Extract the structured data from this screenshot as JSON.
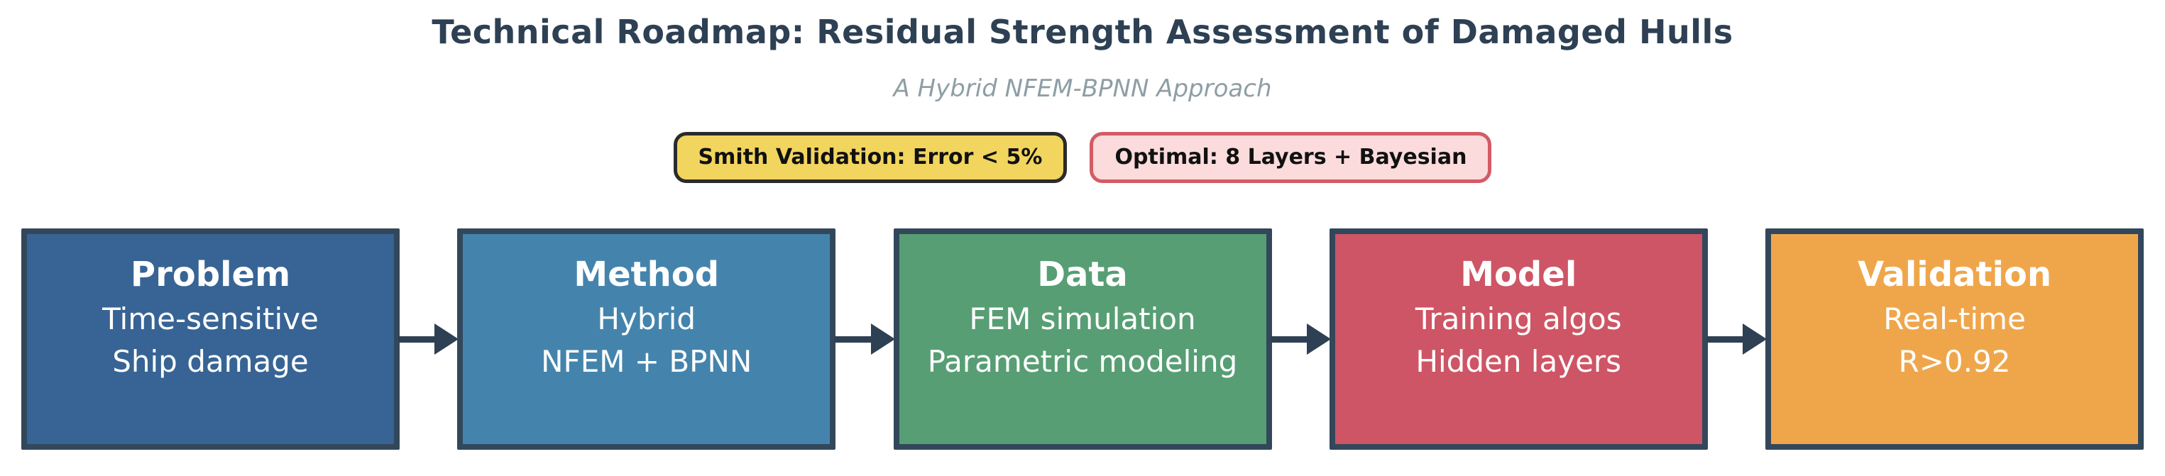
{
  "header": {
    "title": "Technical Roadmap: Residual Strength Assessment of Damaged Hulls",
    "title_color": "#2E4053",
    "subtitle": "A Hybrid NFEM-BPNN Approach",
    "subtitle_color": "#8E9FA5"
  },
  "badges": [
    {
      "label": "Smith Validation: Error < 5%",
      "bg": "#F2D55E",
      "border": "#2B2B2B"
    },
    {
      "label": "Optimal: 8 Layers + Bayesian",
      "bg": "#FBDBDB",
      "border": "#D35B66"
    }
  ],
  "flow": {
    "border_color": "#33475B",
    "arrow_color": "#2E4053",
    "stages": [
      {
        "title": "Problem",
        "lines": [
          "Time-sensitive",
          "Ship damage"
        ],
        "color": "#376494"
      },
      {
        "title": "Method",
        "lines": [
          "Hybrid",
          "NFEM + BPNN"
        ],
        "color": "#4484AC"
      },
      {
        "title": "Data",
        "lines": [
          "FEM simulation",
          "Parametric modeling"
        ],
        "color": "#579E74"
      },
      {
        "title": "Model",
        "lines": [
          "Training algos",
          "Hidden layers"
        ],
        "color": "#CE5565"
      },
      {
        "title": "Validation",
        "lines": [
          "Real-time",
          "R>0.92"
        ],
        "color": "#EFA64B"
      }
    ]
  }
}
